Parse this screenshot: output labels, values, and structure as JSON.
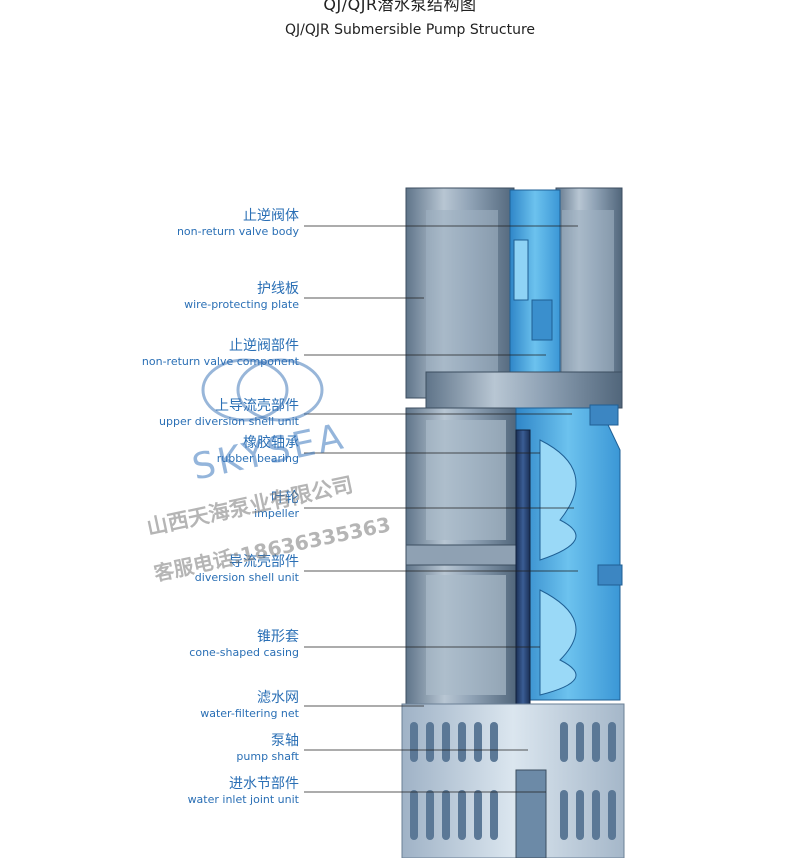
{
  "header": {
    "title_cn": "QJ/QJR潜水泵结构图",
    "title_en": "QJ/QJR Submersible Pump Structure"
  },
  "labels": [
    {
      "zh": "止逆阀体",
      "en": "non-return valve body"
    },
    {
      "zh": "护线板",
      "en": "wire-protecting plate"
    },
    {
      "zh": "止逆阀部件",
      "en": "non-return valve component"
    },
    {
      "zh": "上导流壳部件",
      "en": "upper diversion shell unit"
    },
    {
      "zh": "橡胶轴承",
      "en": "rubber bearing"
    },
    {
      "zh": "叶轮",
      "en": "impeller"
    },
    {
      "zh": "导流壳部件",
      "en": "diversion shell unit"
    },
    {
      "zh": "锥形套",
      "en": "cone-shaped casing"
    },
    {
      "zh": "滤水网",
      "en": "water-filtering net"
    },
    {
      "zh": "泵轴",
      "en": "pump shaft"
    },
    {
      "zh": "进水节部件",
      "en": "water inlet joint unit"
    }
  ],
  "watermark": {
    "logo": "SKYSEA",
    "company": "山西天海泵业有限公司",
    "hotline": "客服电话:18636335363"
  },
  "colors": {
    "label": "#2a6fb5",
    "pump_body": "#7f93a8",
    "pump_blue": "#4aa8e0",
    "shaft": "#1f3d6b"
  }
}
